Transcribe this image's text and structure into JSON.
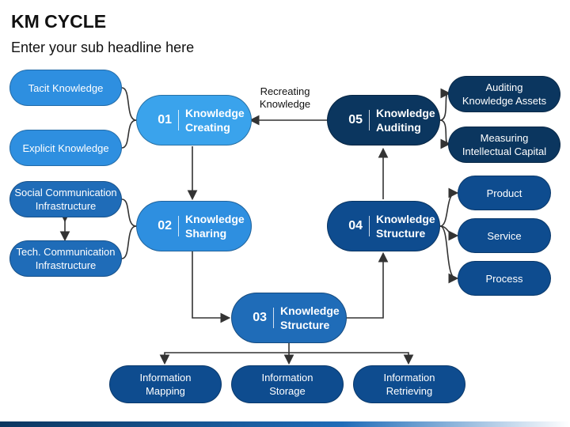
{
  "header": {
    "title": "KM CYCLE",
    "subtitle": "Enter your sub headline here"
  },
  "stages": [
    {
      "num": "01",
      "label": "Knowledge\nCreating"
    },
    {
      "num": "02",
      "label": "Knowledge\nSharing"
    },
    {
      "num": "03",
      "label": "Knowledge\nStructure"
    },
    {
      "num": "04",
      "label": "Knowledge\nStructure"
    },
    {
      "num": "05",
      "label": "Knowledge\nAuditing"
    }
  ],
  "inputs": {
    "creating": [
      "Tacit Knowledge",
      "Explicit Knowledge"
    ],
    "sharing": [
      "Social Communication\nInfrastructure",
      "Tech. Communication\nInfrastructure"
    ]
  },
  "outputs": {
    "structure03": [
      "Information\nMapping",
      "Information\nStorage",
      "Information\nRetrieving"
    ],
    "structure04": [
      "Product",
      "Service",
      "Process"
    ],
    "auditing": [
      "Auditing\nKnowledge Assets",
      "Measuring\nIntellectual Capital"
    ]
  },
  "annotation": "Recreating\nKnowledge",
  "colors": {
    "accent_light": "#2e8fe0",
    "accent_dark": "#0b365f",
    "connector": "#333333"
  }
}
